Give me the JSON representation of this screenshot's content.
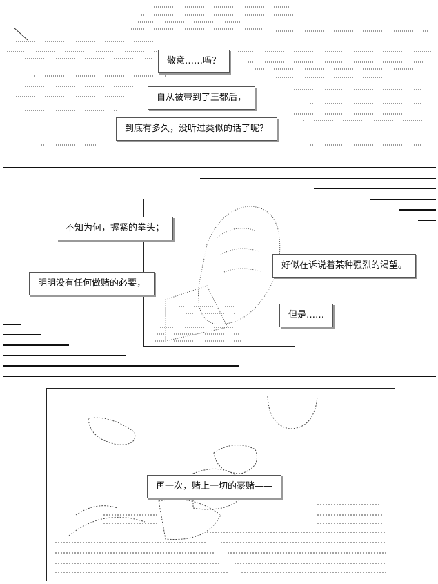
{
  "panel1": {
    "lines": [
      "敬意……吗？",
      "自从被带到了王都后，",
      "到底有多久，没听过类似的话了呢？"
    ]
  },
  "panel2": {
    "lines": [
      "不知为何，握紧的拳头；",
      "好似在诉说着某种强烈的渴望。",
      "明明没有任何做赌的必要，",
      "但是……"
    ]
  },
  "panel3": {
    "lines": [
      "再一次，赌上一切的豪赌——"
    ]
  },
  "colors": {
    "ink": "#111111",
    "paper": "#ffffff",
    "bubble_border": "#555555"
  }
}
